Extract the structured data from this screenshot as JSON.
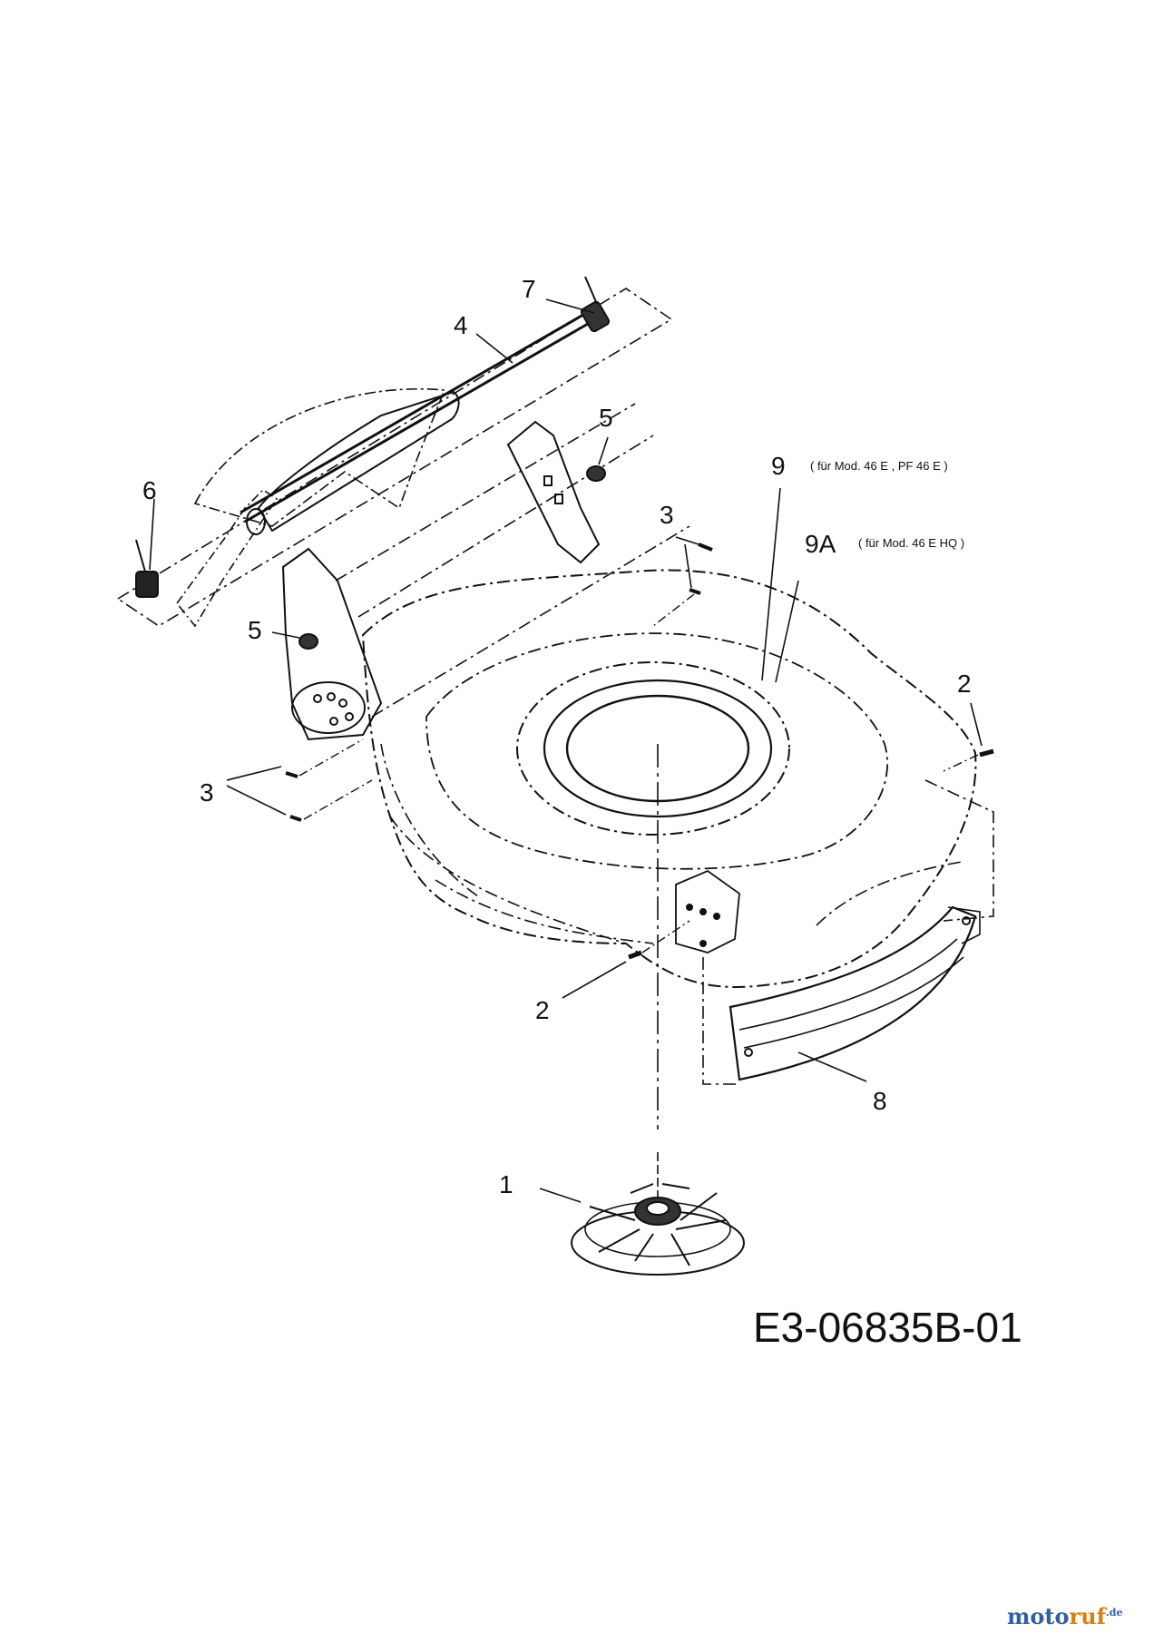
{
  "diagram": {
    "drawing_number": "E3-06835B-01",
    "callouts": [
      {
        "id": "7",
        "label": "7"
      },
      {
        "id": "4",
        "label": "4"
      },
      {
        "id": "5a",
        "label": "5"
      },
      {
        "id": "6",
        "label": "6"
      },
      {
        "id": "3a",
        "label": "3"
      },
      {
        "id": "9",
        "label": "9"
      },
      {
        "id": "9a",
        "label": "9A"
      },
      {
        "id": "5b",
        "label": "5"
      },
      {
        "id": "2a",
        "label": "2"
      },
      {
        "id": "3b",
        "label": "3"
      },
      {
        "id": "2b",
        "label": "2"
      },
      {
        "id": "8",
        "label": "8"
      },
      {
        "id": "1",
        "label": "1"
      }
    ],
    "notes": {
      "n9": "( für Mod.  46 E ,  PF 46 E )",
      "n9a": "( für Mod.  46 E HQ )"
    }
  },
  "watermark": {
    "part1": "moto",
    "part2": "ruf",
    "part3": ".de"
  }
}
